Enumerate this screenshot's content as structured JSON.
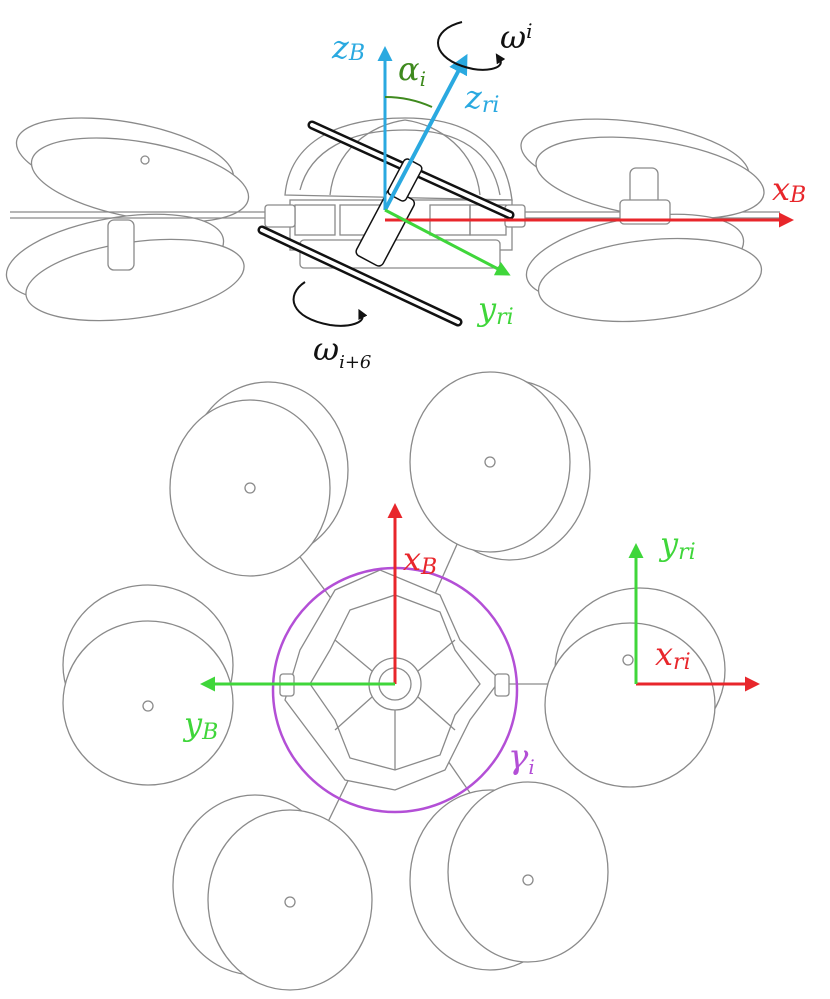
{
  "colors": {
    "red": "#e8262b",
    "green": "#3fd63a",
    "blue": "#2aa9e0",
    "olive": "#3f8a1e",
    "purple": "#b34fd6",
    "black": "#111111",
    "line": "#8a8a8a"
  },
  "top_view": {
    "z_B": {
      "main": "z",
      "sub": "B"
    },
    "z_ri": {
      "main": "z",
      "sub": "ri"
    },
    "x_B": {
      "main": "x",
      "sub": "B"
    },
    "y_ri": {
      "main": "y",
      "sub": "ri"
    },
    "alpha_i": {
      "main": "α",
      "sub": "i"
    },
    "omega_i": {
      "main": "ω",
      "sub": "i"
    },
    "omega_i6": {
      "main": "ω",
      "sub": "i+6"
    }
  },
  "bottom_view": {
    "x_B": {
      "main": "x",
      "sub": "B"
    },
    "y_B": {
      "main": "y",
      "sub": "B"
    },
    "x_ri": {
      "main": "x",
      "sub": "ri"
    },
    "y_ri": {
      "main": "y",
      "sub": "ri"
    },
    "gamma_i": {
      "main": "γ",
      "sub": "i"
    }
  }
}
